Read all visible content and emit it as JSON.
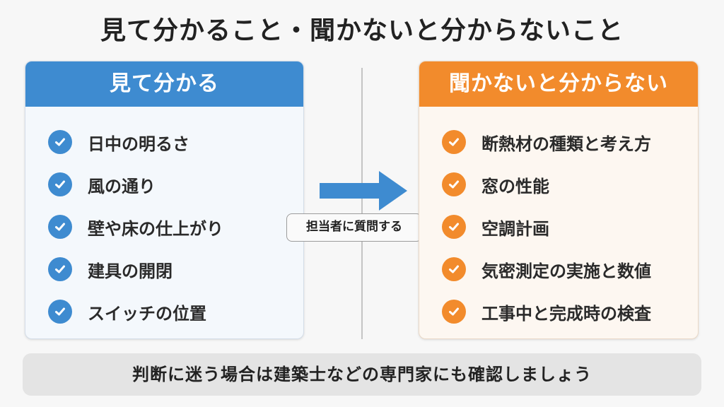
{
  "title": "見て分かること・聞かないと分からないこと",
  "left_panel": {
    "header": "見て分かる",
    "color": "#3e8bd0",
    "items": [
      "日中の明るさ",
      "風の通り",
      "壁や床の仕上がり",
      "建具の開閉",
      "スイッチの位置"
    ]
  },
  "right_panel": {
    "header": "聞かないと分からない",
    "color": "#f28b2c",
    "items": [
      "断熱材の種類と考え方",
      "窓の性能",
      "空調計画",
      "気密測定の実施と数値",
      "工事中と完成時の検査"
    ]
  },
  "connector": {
    "label": "担当者に質問する",
    "icon": "arrow-right-icon",
    "color": "#3e8bd0"
  },
  "footer": {
    "text": "判断に迷う場合は建築士などの専門家にも確認しましょう"
  }
}
